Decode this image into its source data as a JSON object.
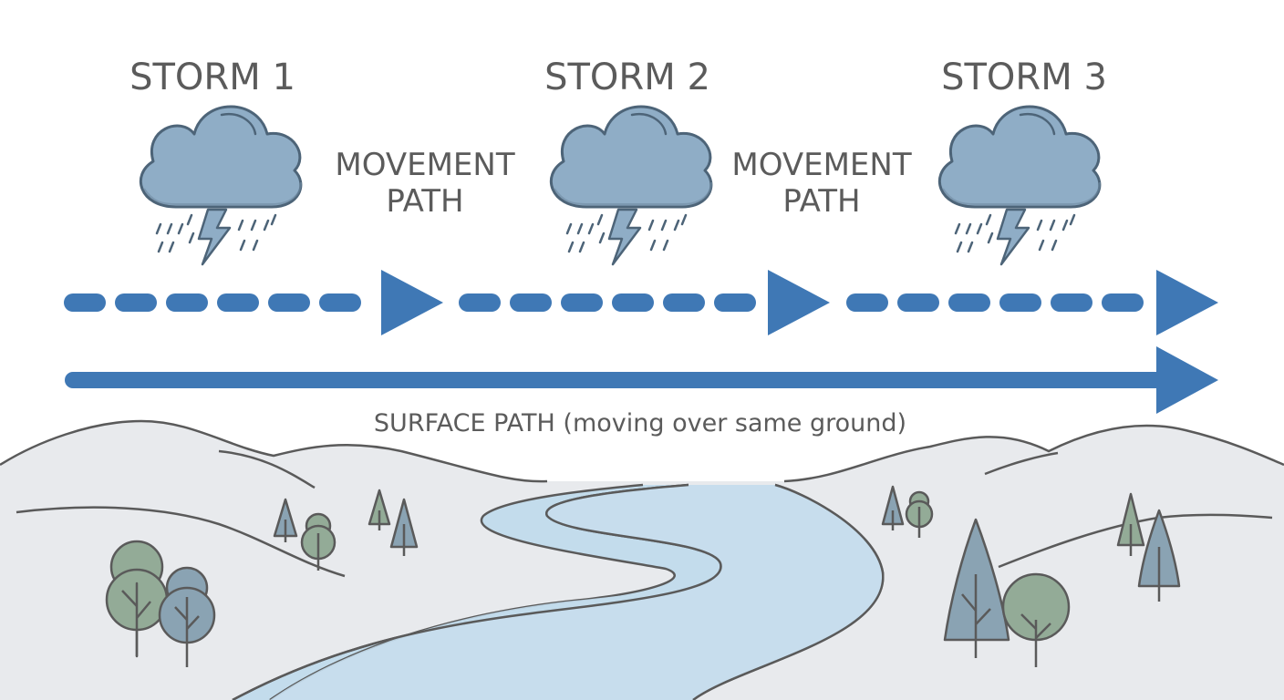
{
  "storms": [
    {
      "label": "STORM 1"
    },
    {
      "label": "STORM 2"
    },
    {
      "label": "STORM 3"
    }
  ],
  "movement_labels": [
    {
      "line1": "MOVEMENT",
      "line2": "PATH"
    },
    {
      "line1": "MOVEMENT",
      "line2": "PATH"
    }
  ],
  "surface_path_label": "SURFACE PATH (moving over same ground)",
  "colors": {
    "arrow": "#3f78b5",
    "cloud_fill": "#8fadc6",
    "cloud_stroke": "#4d6478",
    "river": "#c3dcec",
    "hills": "#e8eaed",
    "outline": "#5a5a5a",
    "tree_green": "#93ab97",
    "tree_blue": "#8aa3b3"
  },
  "icons": [
    "storm-cloud-icon",
    "lightning-icon",
    "rain-icon",
    "tree-icon",
    "river-icon",
    "hill-icon"
  ]
}
